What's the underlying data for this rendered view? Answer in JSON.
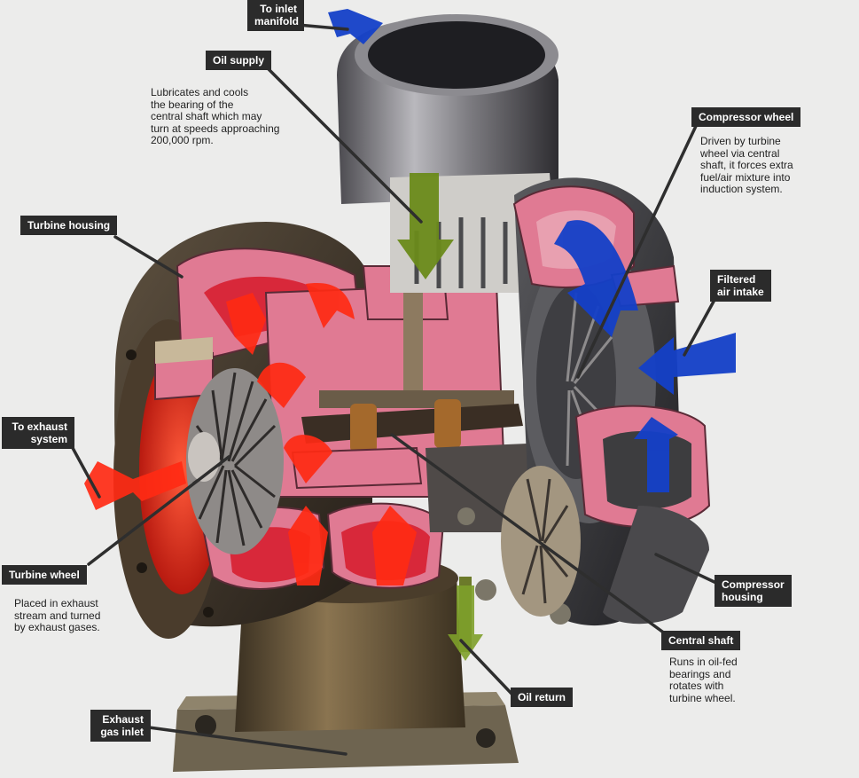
{
  "labels": {
    "to_inlet_manifold": "To inlet\nmanifold",
    "oil_supply": "Oil supply",
    "turbine_housing": "Turbine housing",
    "to_exhaust_system": "To exhaust\nsystem",
    "turbine_wheel": "Turbine wheel",
    "exhaust_gas_inlet": "Exhaust\ngas inlet",
    "compressor_wheel": "Compressor wheel",
    "filtered_air_intake": "Filtered\nair intake",
    "compressor_housing": "Compressor\nhousing",
    "central_shaft": "Central shaft",
    "oil_return": "Oil return"
  },
  "descriptions": {
    "oil_supply": "Lubricates and cools\nthe bearing of the\ncentral shaft which may\nturn at speeds approaching\n200,000 rpm.",
    "compressor_wheel": "Driven by turbine\nwheel via central\nshaft, it forces extra\nfuel/air mixture into\ninduction system.",
    "turbine_wheel": "Placed in exhaust\nstream and turned\nby exhaust gases.",
    "central_shaft": "Runs in oil-fed\nbearings and\nrotates with\nturbine wheel."
  },
  "colors": {
    "background": "#ececeb",
    "label_bg": "#2b2b2b",
    "leader_line": "#2e2e2e",
    "section_pink": "#e07a93",
    "exhaust_arrow": "#ff2a14",
    "intake_arrow": "#1440c8",
    "oil_arrow": "#6a8a1a",
    "metal_dark": "#3a3330",
    "metal_bronze": "#6e5a3c",
    "metal_grey": "#6d6b70"
  }
}
